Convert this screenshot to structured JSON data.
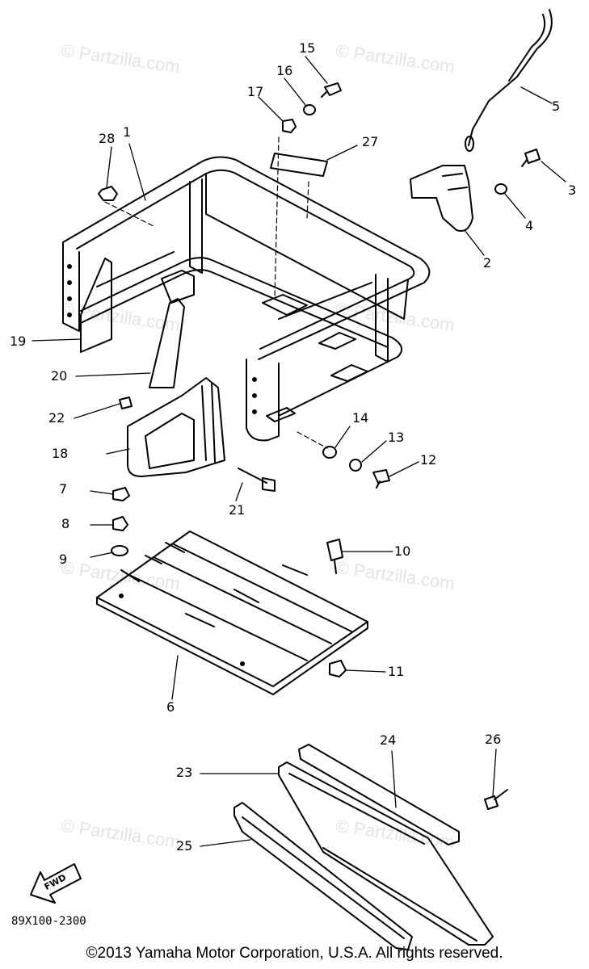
{
  "watermark": "© Partzilla.com",
  "callouts": [
    {
      "id": "c1",
      "label": "1"
    },
    {
      "id": "c2",
      "label": "2"
    },
    {
      "id": "c3",
      "label": "3"
    },
    {
      "id": "c4",
      "label": "4"
    },
    {
      "id": "c5",
      "label": "5"
    },
    {
      "id": "c6",
      "label": "6"
    },
    {
      "id": "c7",
      "label": "7"
    },
    {
      "id": "c8",
      "label": "8"
    },
    {
      "id": "c9",
      "label": "9"
    },
    {
      "id": "c10",
      "label": "10"
    },
    {
      "id": "c11",
      "label": "11"
    },
    {
      "id": "c12",
      "label": "12"
    },
    {
      "id": "c13",
      "label": "13"
    },
    {
      "id": "c14",
      "label": "14"
    },
    {
      "id": "c15",
      "label": "15"
    },
    {
      "id": "c16",
      "label": "16"
    },
    {
      "id": "c17",
      "label": "17"
    },
    {
      "id": "c18",
      "label": "18"
    },
    {
      "id": "c19",
      "label": "19"
    },
    {
      "id": "c20",
      "label": "20"
    },
    {
      "id": "c21",
      "label": "21"
    },
    {
      "id": "c22",
      "label": "22"
    },
    {
      "id": "c23",
      "label": "23"
    },
    {
      "id": "c24",
      "label": "24"
    },
    {
      "id": "c25",
      "label": "25"
    },
    {
      "id": "c26",
      "label": "26"
    },
    {
      "id": "c27",
      "label": "27"
    },
    {
      "id": "c28",
      "label": "28"
    }
  ],
  "fwd_label": "FWD",
  "diagram_code": "89X100-2300",
  "copyright": "©2013 Yamaha Motor Corporation, U.S.A. All rights reserved."
}
